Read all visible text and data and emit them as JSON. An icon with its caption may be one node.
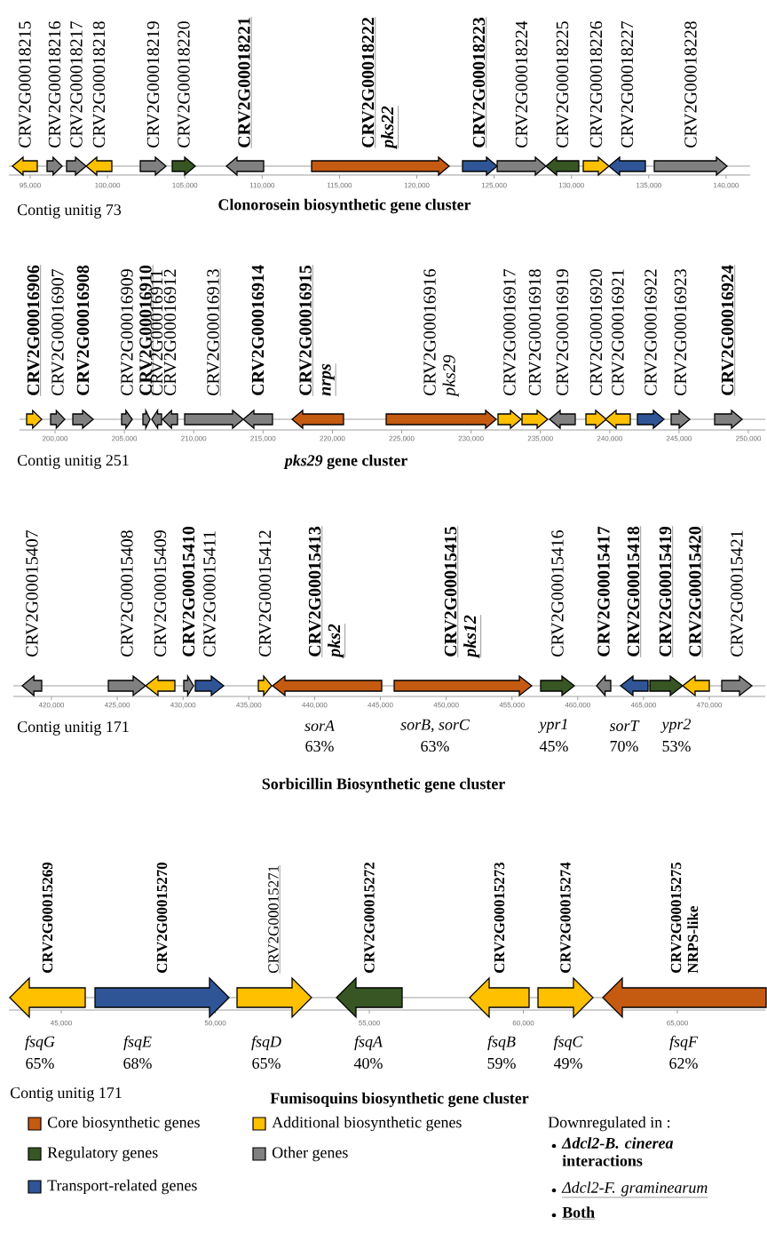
{
  "diagram": {
    "nodes": [
      {
        "text": [
          "CRV2G00018215"
        ]
      },
      {
        "text": [
          "CRV2G00018216"
        ]
      },
      {
        "text": [
          "CRV2G00018217"
        ]
      },
      {
        "text": [
          "CRV2G00018218"
        ]
      },
      {
        "text": [
          "CRV2G00018219"
        ]
      },
      {
        "text": [
          "CRV2G00018220"
        ]
      },
      {
        "text": [
          "CRV2G00018221"
        ]
      },
      {
        "text": [
          "CRV2G00018222",
          "pks22"
        ]
      },
      {
        "text": [
          "CRV2G00018223"
        ]
      },
      {
        "text": [
          "CRV2G00018224"
        ]
      },
      {
        "text": [
          "CRV2G00018225"
        ]
      },
      {
        "text": [
          "CRV2G00018226"
        ]
      },
      {
        "text": [
          "CRV2G00018227"
        ]
      },
      {
        "text": [
          "CRV2G00018228"
        ]
      },
      {
        "text": [
          "CRV2G00016906"
        ]
      },
      {
        "text": [
          "CRV2G00016907"
        ]
      },
      {
        "text": [
          "CRV2G00016908"
        ]
      },
      {
        "text": [
          "CRV2G00016909"
        ]
      },
      {
        "text": [
          "CRV2G00016910"
        ]
      },
      {
        "text": [
          "CRV2G00016911"
        ]
      },
      {
        "text": [
          "CRV2G00016912"
        ]
      },
      {
        "text": [
          "CRV2G00016913"
        ]
      },
      {
        "text": [
          "CRV2G00016914"
        ]
      },
      {
        "text": [
          "CRV2G00016915",
          "nrps"
        ]
      },
      {
        "text": [
          "CRV2G00016916",
          "pks29"
        ]
      },
      {
        "text": [
          "CRV2G00016917"
        ]
      },
      {
        "text": [
          "CRV2G00016918"
        ]
      },
      {
        "text": [
          "CRV2G00016919"
        ]
      },
      {
        "text": [
          "CRV2G00016920"
        ]
      },
      {
        "text": [
          "CRV2G00016921"
        ]
      },
      {
        "text": [
          "CRV2G00016922"
        ]
      },
      {
        "text": [
          "CRV2G00016923"
        ]
      },
      {
        "text": [
          "CRV2G00016924"
        ]
      },
      {
        "text": [
          "CRV2G00015407"
        ]
      },
      {
        "text": [
          "CRV2G00015408"
        ]
      },
      {
        "text": [
          "CRV2G00015409"
        ]
      },
      {
        "text": [
          "CRV2G00015410"
        ]
      },
      {
        "text": [
          "CRV2G00015411"
        ]
      },
      {
        "text": [
          "CRV2G00015412"
        ]
      },
      {
        "text": [
          "CRV2G00015413",
          "pks2"
        ],
        "beside": [
          "sorA",
          "63%"
        ]
      },
      {
        "text": [
          "CRV2G00015415",
          "pks12"
        ],
        "beside": [
          "sorB, sorC",
          "63%"
        ]
      },
      {
        "text": [
          "CRV2G00015416"
        ],
        "beside": [
          "ypr1",
          "45%"
        ]
      },
      {
        "text": [
          "CRV2G00015417"
        ]
      },
      {
        "text": [
          "CRV2G00015418"
        ],
        "beside": [
          "sorT",
          "70%"
        ]
      },
      {
        "text": [
          "CRV2G00015419"
        ],
        "beside": [
          "ypr2",
          "53%"
        ]
      },
      {
        "text": [
          "CRV2G00015420"
        ]
      },
      {
        "text": [
          "CRV2G00015421"
        ]
      },
      {
        "text": [
          "CRV2G00015269"
        ],
        "beside": [
          "fsqG",
          "65%"
        ]
      },
      {
        "text": [
          "CRV2G00015270"
        ],
        "beside": [
          "fsqE",
          "68%"
        ]
      },
      {
        "text": [
          "CRV2G00015271"
        ],
        "beside": [
          "fsqD",
          "65%"
        ]
      },
      {
        "text": [
          "CRV2G00015272"
        ],
        "beside": [
          "fsqA",
          "40%"
        ]
      },
      {
        "text": [
          "CRV2G00015273"
        ],
        "beside": [
          "fsqB",
          "59%"
        ]
      },
      {
        "text": [
          "CRV2G00015274"
        ],
        "beside": [
          "fsqC",
          "49%"
        ]
      },
      {
        "text": [
          "CRV2G00015275",
          "NRPS-like"
        ],
        "beside": [
          "fsqF",
          "62%"
        ]
      }
    ],
    "labels": [
      "95,000",
      "100,000",
      "105,000",
      "110,000",
      "115,000",
      "120,000",
      "125,000",
      "130,000",
      "135,000",
      "140,000",
      "Contig unitig 73",
      "Clonorosein biosynthetic gene cluster",
      "200,000",
      "205,000",
      "210,000",
      "215,000",
      "220,000",
      "225,000",
      "230,000",
      "235,000",
      "240,000",
      "245,000",
      "250,000",
      "Contig unitig 251",
      "*pks29* gene cluster",
      "420,000",
      "425,000",
      "430,000",
      "435,000",
      "440,000",
      "445,000",
      "450,000",
      "455,000",
      "460,000",
      "465,000",
      "470,000",
      "Contig unitig 171",
      "Sorbicillin Biosynthetic gene cluster",
      "45,000",
      "50,000",
      "55,000",
      "60,000",
      "65,000",
      "Contig unitig 171",
      "Fumisoquins biosynthetic gene cluster",
      "Downregulated in :",
      "*Δdcl2-B. cinerea* interactions",
      "Δdcl2-F. graminearum",
      "Both"
    ],
    "legend": [
      {
        "text": "Core biosynthetic genes",
        "color": "#c55a11"
      },
      {
        "text": "Additional biosynthetic genes",
        "color": "#ffc000"
      },
      {
        "text": "Regulatory genes",
        "color": "#375623"
      },
      {
        "text": "Other genes",
        "color": "#808080"
      },
      {
        "text": "Transport-related genes",
        "color": "#2f5597"
      }
    ]
  }
}
